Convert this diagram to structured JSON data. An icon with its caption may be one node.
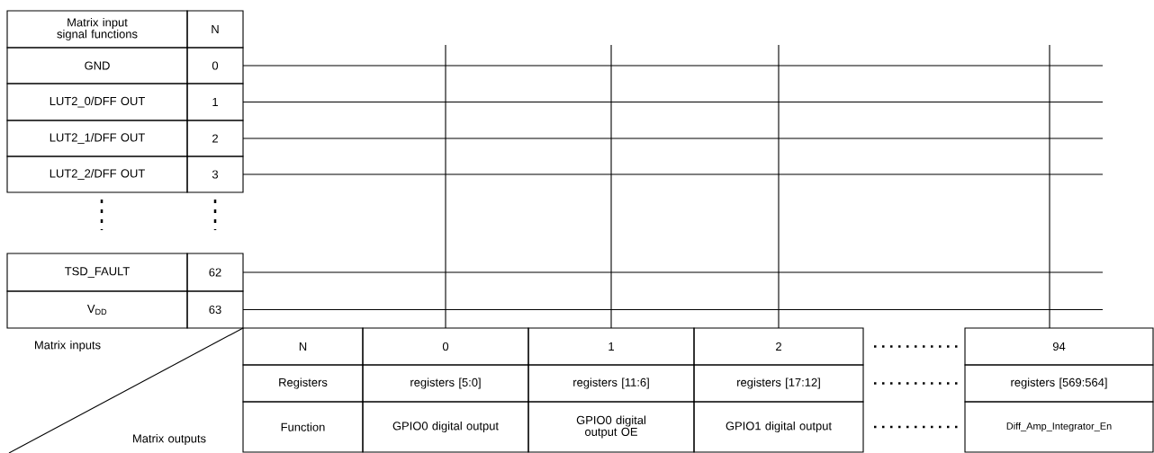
{
  "diagram": {
    "labels": [
      "Matrix input signal functions",
      "N",
      "GND",
      "0",
      "LUT2_0/DFF OUT",
      "1",
      "LUT2_1/DFF OUT",
      "2",
      "LUT2_2/DFF OUT",
      "3",
      "TSD_FAULT",
      "62",
      "V$_{DD}$",
      "63",
      "Matrix inputs",
      "N",
      "0",
      "1",
      "2",
      "94",
      "Registers",
      "registers [5:0]",
      "registers [11:6]",
      "registers [17:12]",
      "registers [569:564]",
      "Function",
      "GPIO0 digital output",
      "GPIO0 digital output OE",
      "GPIO1 digital output",
      "Diff_Amp_Integrator_En",
      "Matrix outputs"
    ]
  }
}
